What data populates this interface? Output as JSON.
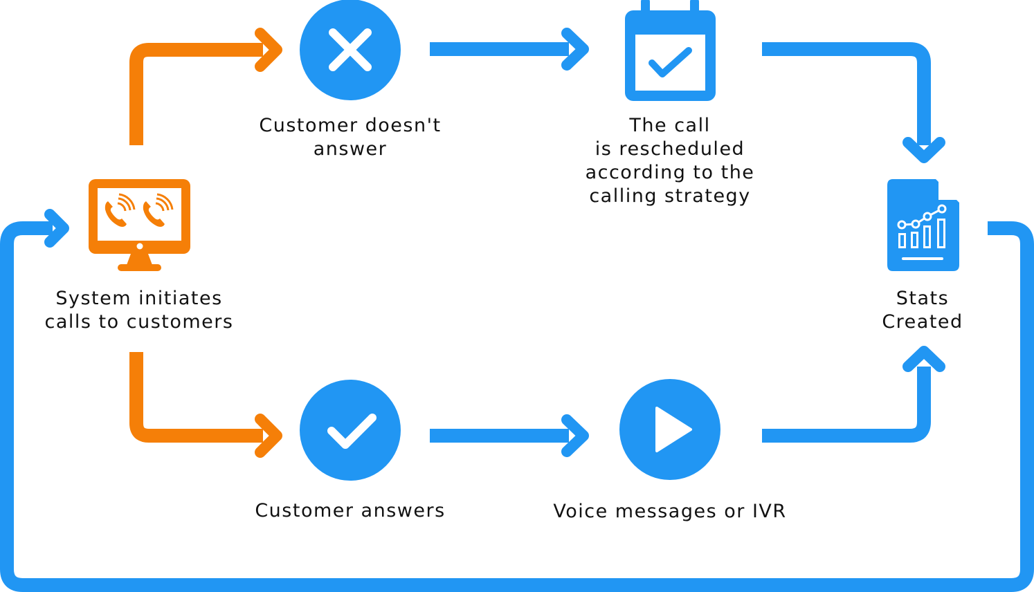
{
  "colors": {
    "orange": "#f57f08",
    "blue": "#2196f3",
    "text": "#111111",
    "icon_fill": "#ffffff"
  },
  "nodes": {
    "system": {
      "icon": "monitor-phone-icon",
      "label_lines": [
        "System initiates",
        "calls to customers"
      ]
    },
    "no_answer": {
      "icon": "x-icon",
      "label_lines": [
        "Customer doesn't",
        "answer"
      ]
    },
    "rescheduled": {
      "icon": "calendar-check-icon",
      "label_lines": [
        "The call",
        "is rescheduled",
        "according to the",
        "calling strategy"
      ]
    },
    "answers": {
      "icon": "check-icon",
      "label_lines": [
        "Customer answers"
      ]
    },
    "voice": {
      "icon": "play-icon",
      "label_lines": [
        "Voice messages or IVR"
      ]
    },
    "stats": {
      "icon": "stats-document-icon",
      "label_lines": [
        "Stats",
        "Created"
      ]
    }
  }
}
